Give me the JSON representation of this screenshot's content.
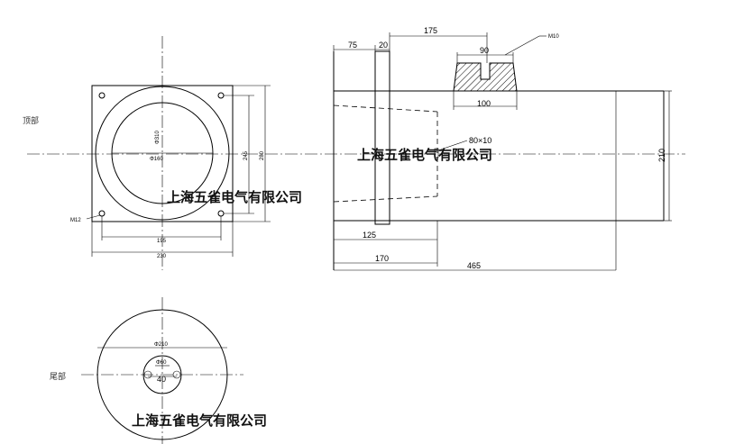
{
  "views": {
    "top_label": "顶部",
    "tail_label": "尾部"
  },
  "watermark": "上海五雀电气有限公司",
  "front_view": {
    "dim_outer_dia": "Φ310",
    "dim_inner_dia": "Φ160",
    "dim_bolt_h": "195",
    "dim_outer_h": "230",
    "dim_right_inner": "245",
    "dim_right_outer": "280",
    "bolt_label": "M12"
  },
  "side_view": {
    "dim_75": "75",
    "dim_20": "20",
    "dim_175": "175",
    "dim_90": "90",
    "bolt_label": "M10",
    "dim_100": "100",
    "slot_label": "80×10",
    "dim_210": "210",
    "dim_125": "125",
    "dim_170": "170",
    "dim_465": "465"
  },
  "tail_view": {
    "dim_outer": "Φ210",
    "dim_hole": "Φ60",
    "dim_40": "40"
  }
}
